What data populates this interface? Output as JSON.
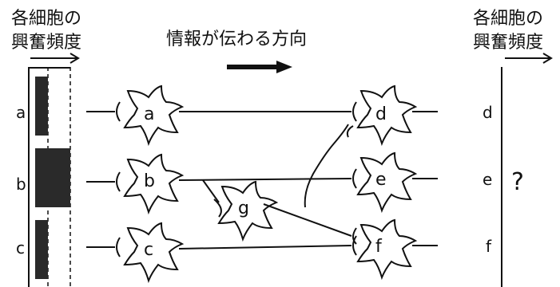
{
  "left_header": {
    "line1": "各細胞の",
    "line2": "興奮頻度"
  },
  "right_header": {
    "line1": "各細胞の",
    "line2": "興奮頻度"
  },
  "direction_label": "情報が伝わる方向",
  "bar_labels": [
    "a",
    "b",
    "c"
  ],
  "output_labels": [
    "d",
    "e",
    "f"
  ],
  "question_mark": "?",
  "cells": {
    "a": "a",
    "b": "b",
    "c": "c",
    "d": "d",
    "e": "e",
    "f": "f",
    "g": "g"
  },
  "colors": {
    "ink": "#111111",
    "bar_fill": "#2a2a2a",
    "background": "#ffffff"
  }
}
